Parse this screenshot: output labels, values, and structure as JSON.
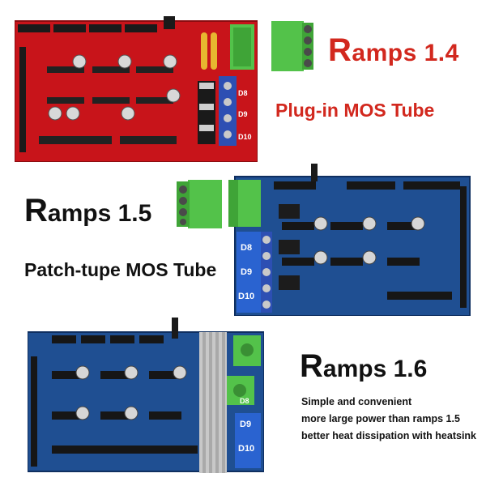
{
  "ramps14": {
    "title_initial": "R",
    "title_rest": "amps 1.4",
    "subtitle": "Plug-in MOS Tube",
    "pin_labels": [
      "D8",
      "D9",
      "D10"
    ]
  },
  "ramps15": {
    "title_initial": "R",
    "title_rest": "amps 1.5",
    "subtitle": "Patch-tupe MOS Tube",
    "pin_labels": [
      "D8",
      "D9",
      "D10"
    ]
  },
  "ramps16": {
    "title_initial": "R",
    "title_rest": "amps 1.6",
    "pin_labels": [
      "D8",
      "D9",
      "D10"
    ],
    "features": [
      "Simple and convenient",
      "more large power than ramps 1.5",
      "better heat dissipation with heatsink"
    ]
  },
  "colors": {
    "red_board": "#c8141a",
    "blue_board": "#1f4f92",
    "terminal_green": "#53c24a",
    "title_red": "#d2281e"
  }
}
